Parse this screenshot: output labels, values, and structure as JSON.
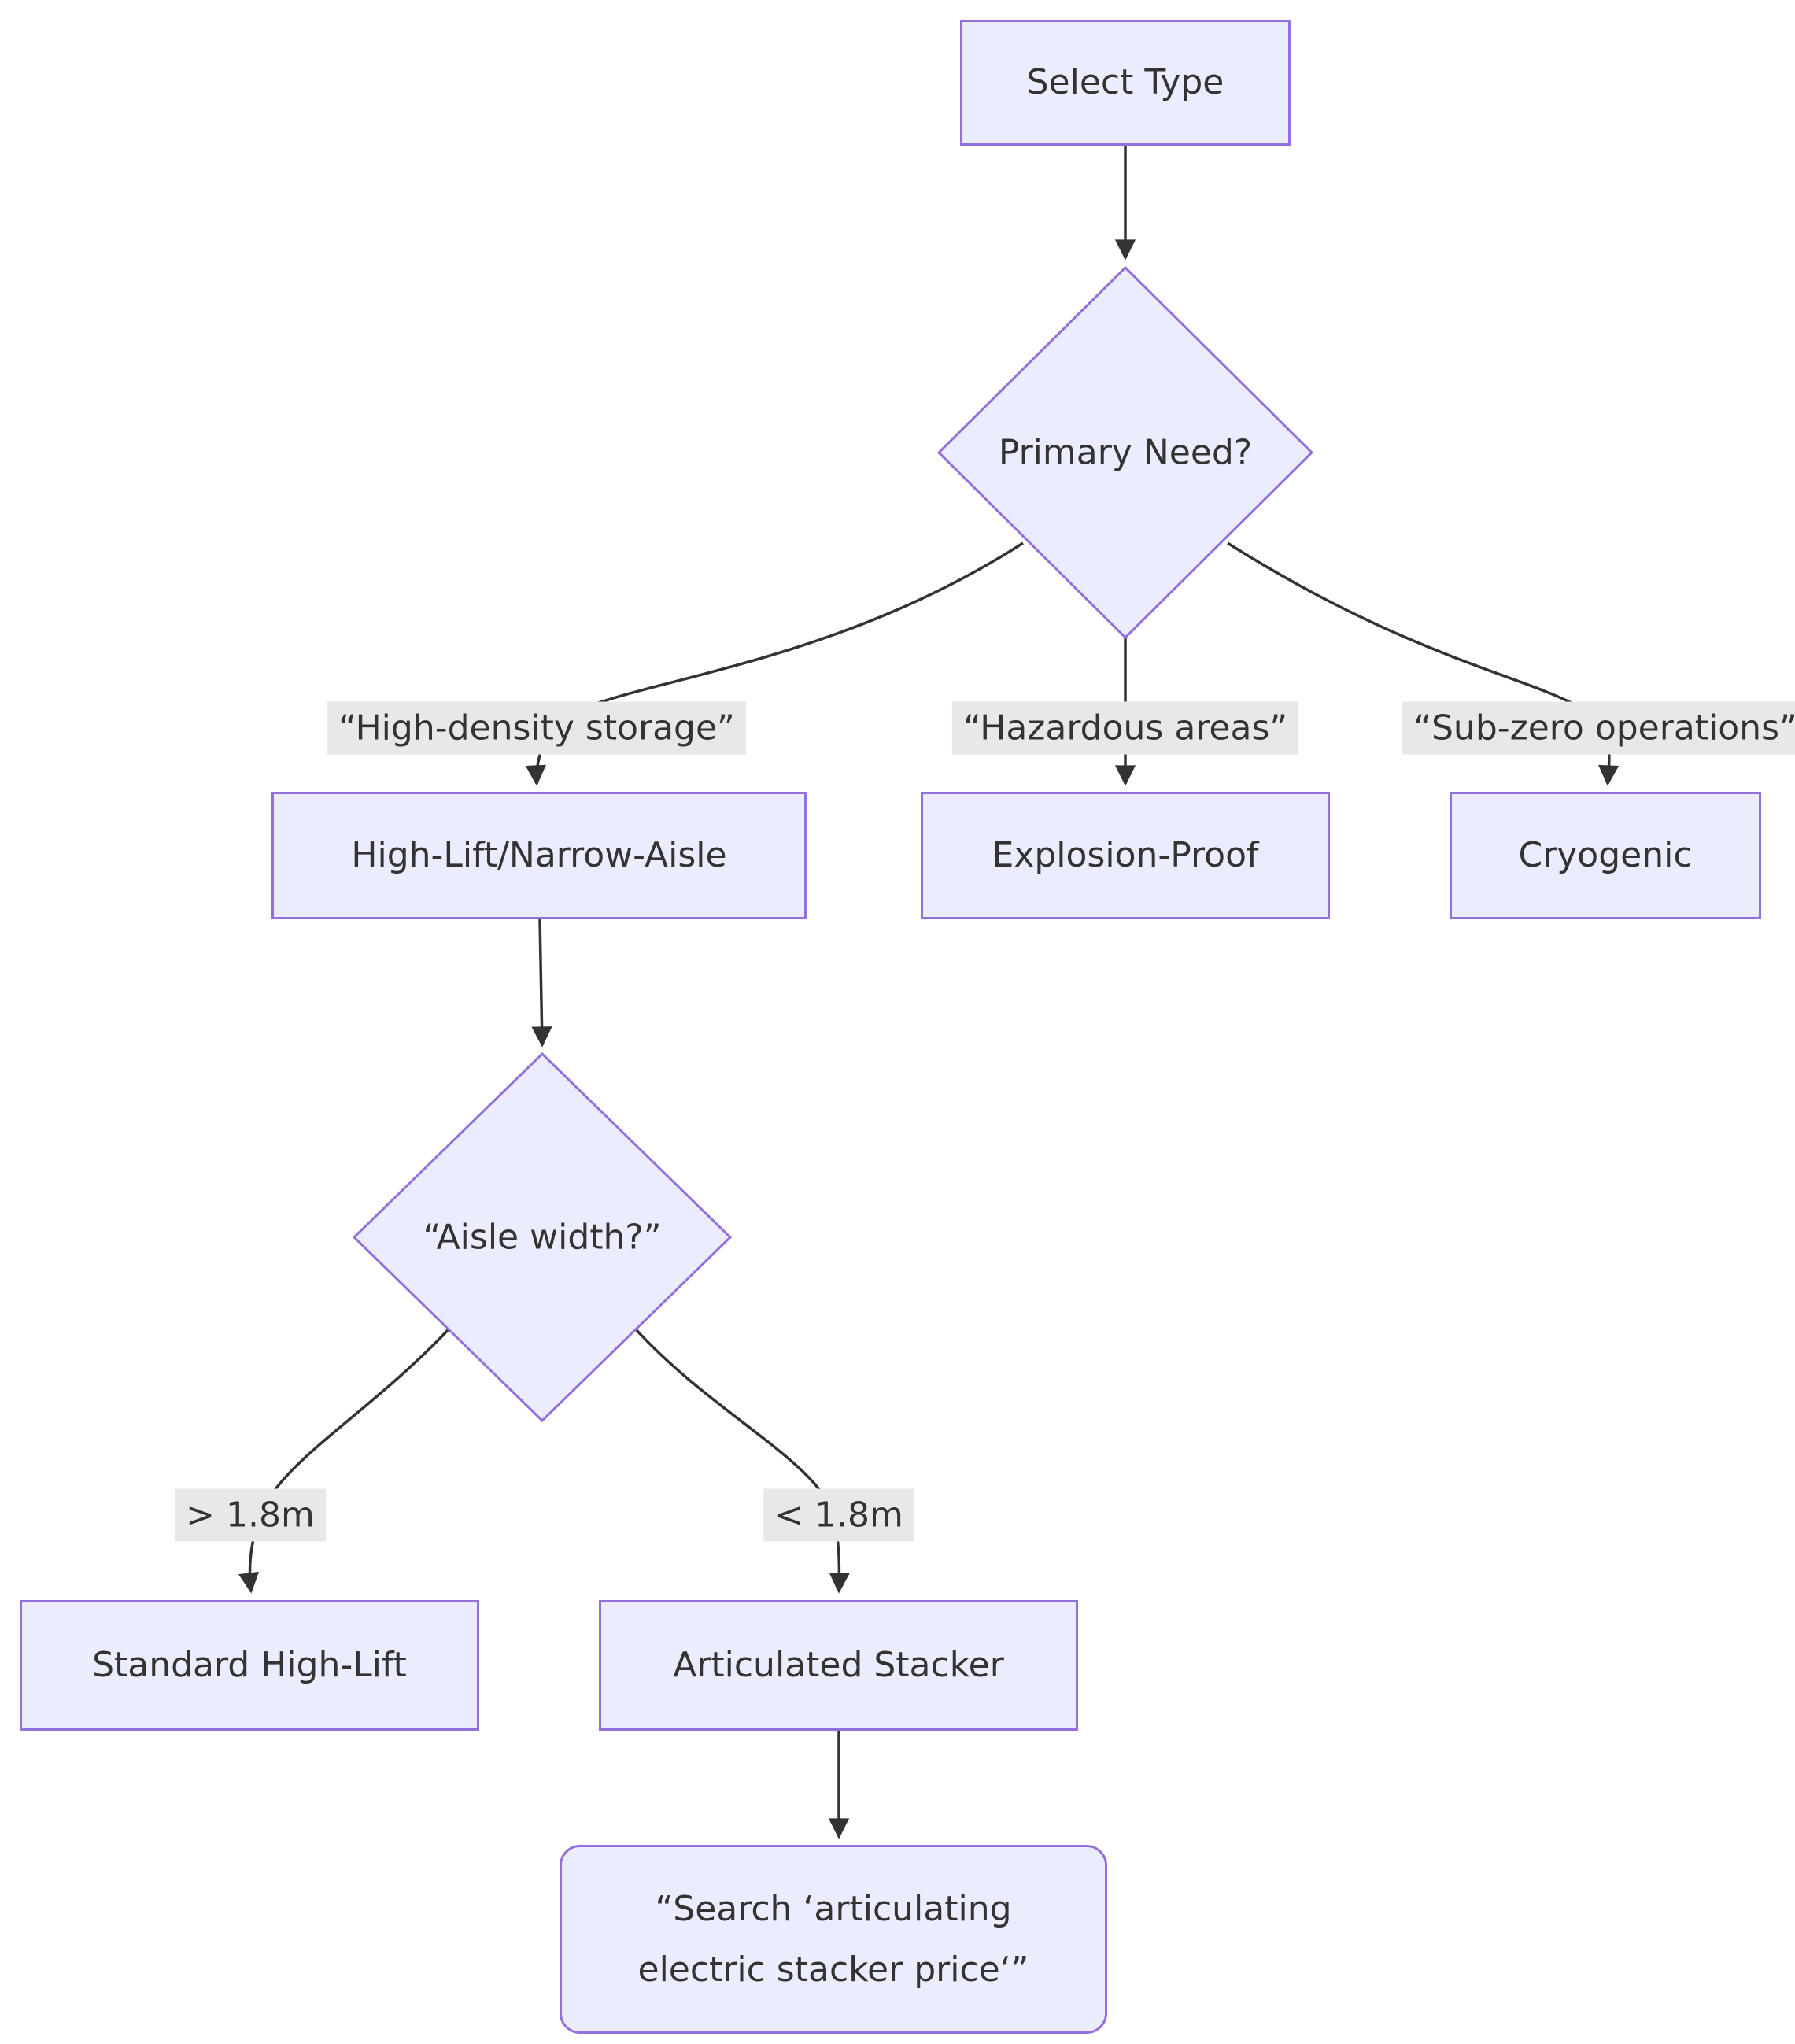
{
  "diagram": {
    "type": "flowchart",
    "direction": "top-down",
    "colors": {
      "node_fill": "#ECECFF",
      "node_border": "#9370DB",
      "line_color": "#333333",
      "text_color": "#333333",
      "edge_label_bg": "#e8e8e8",
      "background": "#ffffff"
    },
    "nodes": {
      "select_type": {
        "label": "Select Type",
        "shape": "rect"
      },
      "primary_need": {
        "label": "Primary Need?",
        "shape": "diamond"
      },
      "high_lift": {
        "label": "High-Lift/Narrow-Aisle",
        "shape": "rect"
      },
      "explosion_proof": {
        "label": "Explosion-Proof",
        "shape": "rect"
      },
      "cryogenic": {
        "label": "Cryogenic",
        "shape": "rect"
      },
      "aisle_width": {
        "label": "“Aisle width?”",
        "shape": "diamond"
      },
      "standard_high_lift": {
        "label": "Standard High-Lift",
        "shape": "rect"
      },
      "articulated_stacker": {
        "label": "Articulated Stacker",
        "shape": "rect"
      },
      "search_action": {
        "shape": "rounded-rect",
        "label": "“Search ‘articulating electric stacker price‘”",
        "line1": "“Search ‘articulating",
        "line2": "electric stacker price‘”"
      }
    },
    "edges": [
      {
        "from": "select_type",
        "to": "primary_need",
        "label": ""
      },
      {
        "from": "primary_need",
        "to": "high_lift",
        "label": "“High-density storage”"
      },
      {
        "from": "primary_need",
        "to": "explosion_proof",
        "label": "“Hazardous areas”"
      },
      {
        "from": "primary_need",
        "to": "cryogenic",
        "label": "“Sub-zero operations”"
      },
      {
        "from": "high_lift",
        "to": "aisle_width",
        "label": ""
      },
      {
        "from": "aisle_width",
        "to": "standard_high_lift",
        "label": "> 1.8m"
      },
      {
        "from": "aisle_width",
        "to": "articulated_stacker",
        "label": "< 1.8m"
      },
      {
        "from": "articulated_stacker",
        "to": "search_action",
        "label": ""
      }
    ]
  }
}
